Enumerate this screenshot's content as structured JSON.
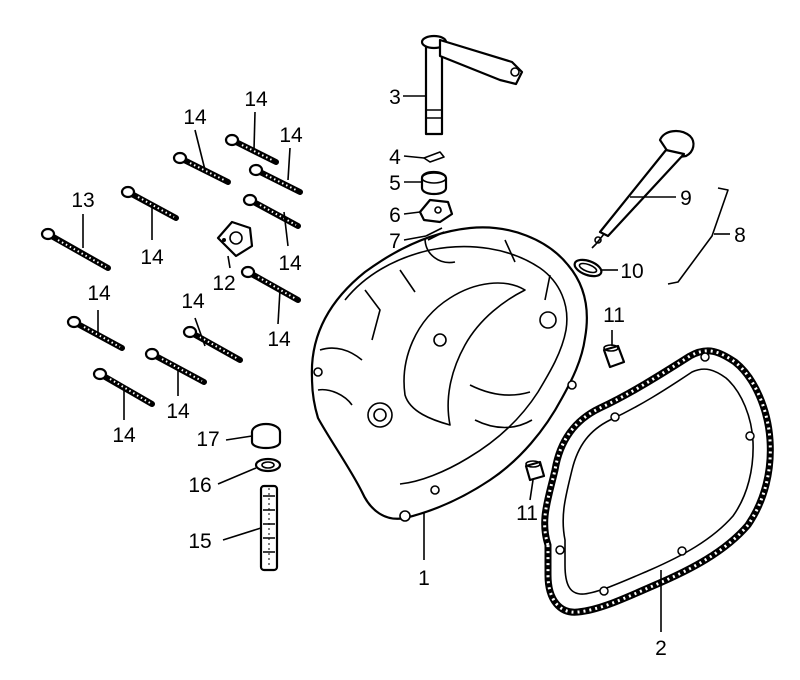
{
  "callouts": {
    "c1": "1",
    "c2": "2",
    "c3": "3",
    "c4": "4",
    "c5": "5",
    "c6": "6",
    "c7": "7",
    "c8": "8",
    "c9": "9",
    "c10": "10",
    "c11a": "11",
    "c11b": "11",
    "c12": "12",
    "c13": "13",
    "c14a": "14",
    "c14b": "14",
    "c14c": "14",
    "c14d": "14",
    "c14e": "14",
    "c14f": "14",
    "c14g": "14",
    "c14h": "14",
    "c14i": "14",
    "c14j": "14",
    "c15": "15",
    "c16": "16",
    "c17": "17"
  }
}
